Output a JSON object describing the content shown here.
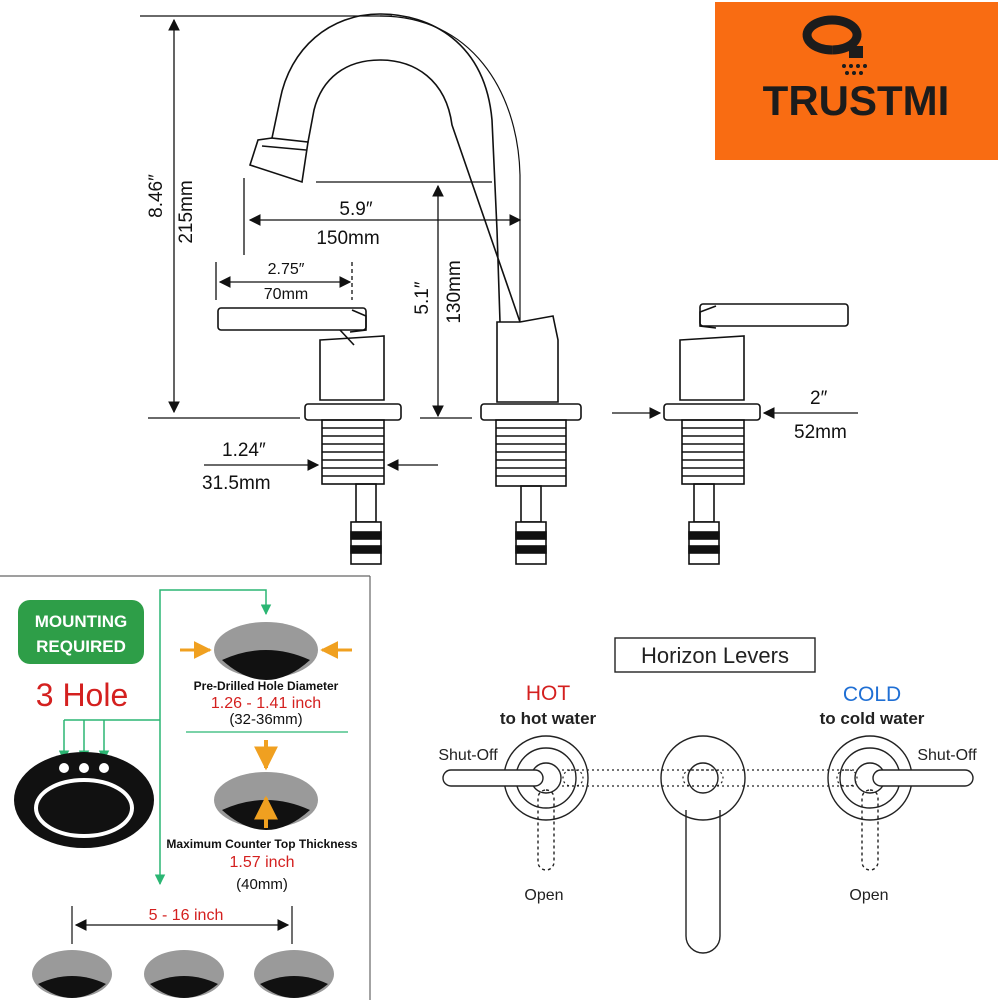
{
  "brand": {
    "name": "TRUSTMI",
    "bg_color": "#f96c12",
    "text_color": "#1c1c1c"
  },
  "faucet": {
    "height_in": "8.46″",
    "height_mm": "215mm",
    "reach_in": "5.9″",
    "reach_mm": "150mm",
    "spout_height_in": "5.1″",
    "spout_height_mm": "130mm",
    "lever_in": "2.75″",
    "lever_mm": "70mm",
    "shank_in": "1.24″",
    "shank_mm": "31.5mm",
    "base_in": "2″",
    "base_mm": "52mm"
  },
  "mounting": {
    "badge_line1": "MOUNTING",
    "badge_line2": "REQUIRED",
    "badge_color": "#2e9e48",
    "hole_count": "3 Hole",
    "hole_count_color": "#d4201f",
    "hole_diameter_label": "Pre-Drilled Hole Diameter",
    "hole_diameter_inch": "1.26 - 1.41 inch",
    "hole_diameter_mm": "(32-36mm)",
    "thickness_label": "Maximum Counter Top Thickness",
    "thickness_inch": "1.57 inch",
    "thickness_mm": "(40mm)",
    "spacing": "5 - 16 inch",
    "accent_color": "#f0a020",
    "guide_color": "#2bb673"
  },
  "levers": {
    "title": "Horizon Levers",
    "hot": "HOT",
    "hot_sub": "to hot water",
    "hot_color": "#d4201f",
    "cold": "COLD",
    "cold_sub": "to cold water",
    "cold_color": "#1f6fd4",
    "shutoff_left": "Shut-Off",
    "shutoff_right": "Shut-Off",
    "open_left": "Open",
    "open_right": "Open"
  }
}
